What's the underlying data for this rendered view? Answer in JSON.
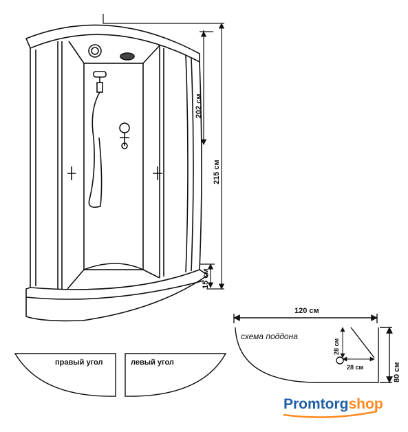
{
  "dimensions": {
    "height_total": "215 см",
    "height_cabin": "202 см",
    "height_tray": "15 см",
    "width": "120 см",
    "depth": "80 см",
    "drain_x": "28 см",
    "drain_y": "28 см"
  },
  "tray_scheme_label": "схема поддона",
  "corner_options": {
    "right": "правый угол",
    "left": "левый угол"
  },
  "brand": {
    "part1": "Promtorg",
    "part2": "shop",
    "color1": "#1f5fa8",
    "color2": "#ff8a1e"
  }
}
